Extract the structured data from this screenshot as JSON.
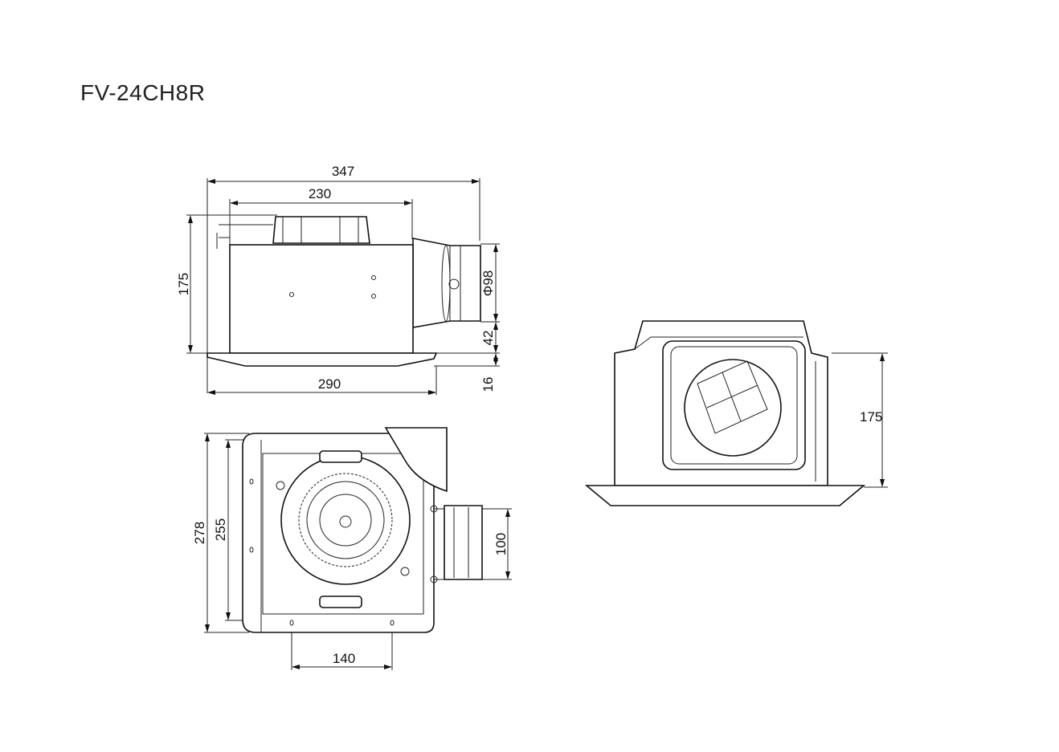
{
  "title": "FV-24CH8R",
  "side_view": {
    "overall_length": "347",
    "body_length": "230",
    "height": "175",
    "duct_diameter": "Φ98",
    "duct_offset": "42",
    "flange_thickness": "16",
    "flange_length": "290"
  },
  "bottom_view": {
    "outer_width": "278",
    "inner_width": "255",
    "hole_spacing": "140",
    "duct_width": "100"
  },
  "perspective_view": {
    "height": "175"
  }
}
